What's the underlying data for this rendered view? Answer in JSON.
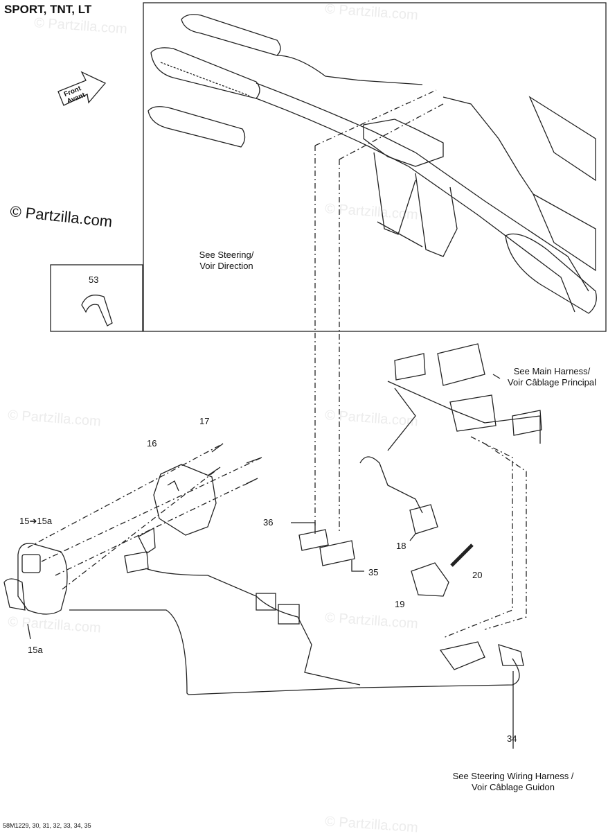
{
  "title": "SPORT, TNT, LT",
  "copyright": "© Partzilla.com",
  "watermark": "© Partzilla.com",
  "front_label": [
    "Front",
    "Avant"
  ],
  "callouts": {
    "steering": [
      "See Steering/",
      "Voir Direction"
    ],
    "main_harness": [
      "See Main Harness/",
      "Voir Câblage Principal"
    ],
    "steering_wiring": [
      "See Steering Wiring Harness /",
      "Voir Câblage Guidon"
    ]
  },
  "part_numbers": {
    "p53": "53",
    "p17": "17",
    "p16": "16",
    "p15": "15➔15a",
    "p15a": "15a",
    "p36": "36",
    "p35": "35",
    "p18": "18",
    "p20": "20",
    "p19": "19",
    "p34": "34"
  },
  "footer": "58M1229, 30, 31, 32, 33, 34, 35"
}
